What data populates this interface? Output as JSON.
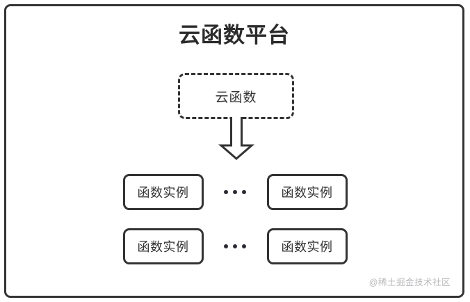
{
  "diagram": {
    "title": "云函数平台",
    "function_box": {
      "label": "云函数",
      "style": "dashed"
    },
    "arrow": {
      "icon": "down-block-arrow",
      "direction": "down"
    },
    "instance_rows": [
      {
        "left": {
          "label": "函数实例"
        },
        "separator": "…",
        "right": {
          "label": "函数实例"
        }
      },
      {
        "left": {
          "label": "函数实例"
        },
        "separator": "…",
        "right": {
          "label": "函数实例"
        }
      }
    ],
    "watermark": "@稀土掘金技术社区",
    "colors": {
      "stroke": "#333333",
      "title_text": "#2b2b2b",
      "body_text": "#333333",
      "dot": "#2b2b33",
      "watermark_text": "#b9b9bc",
      "background": "#ffffff"
    }
  }
}
